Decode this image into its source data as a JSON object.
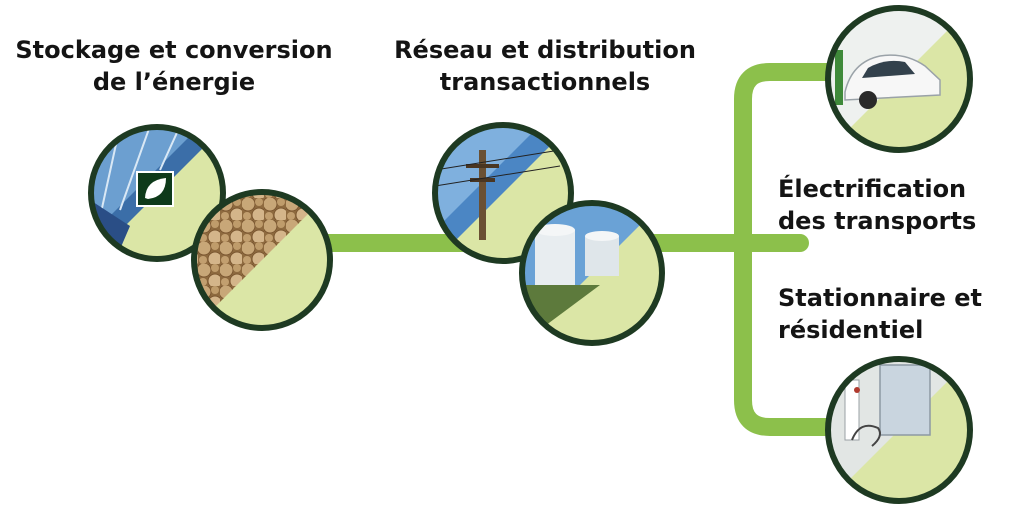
{
  "labels": {
    "storage": [
      "Stockage et conversion",
      "de l’énergie"
    ],
    "network": [
      "Réseau et distribution",
      "transactionnels"
    ],
    "transport": [
      "Électrification",
      "des transports"
    ],
    "residential": [
      "Stationnaire et",
      "résidentiel"
    ]
  },
  "colors": {
    "connector": "#8cc04b",
    "ring": "#1e3a22",
    "half": "#dbe6a6"
  }
}
